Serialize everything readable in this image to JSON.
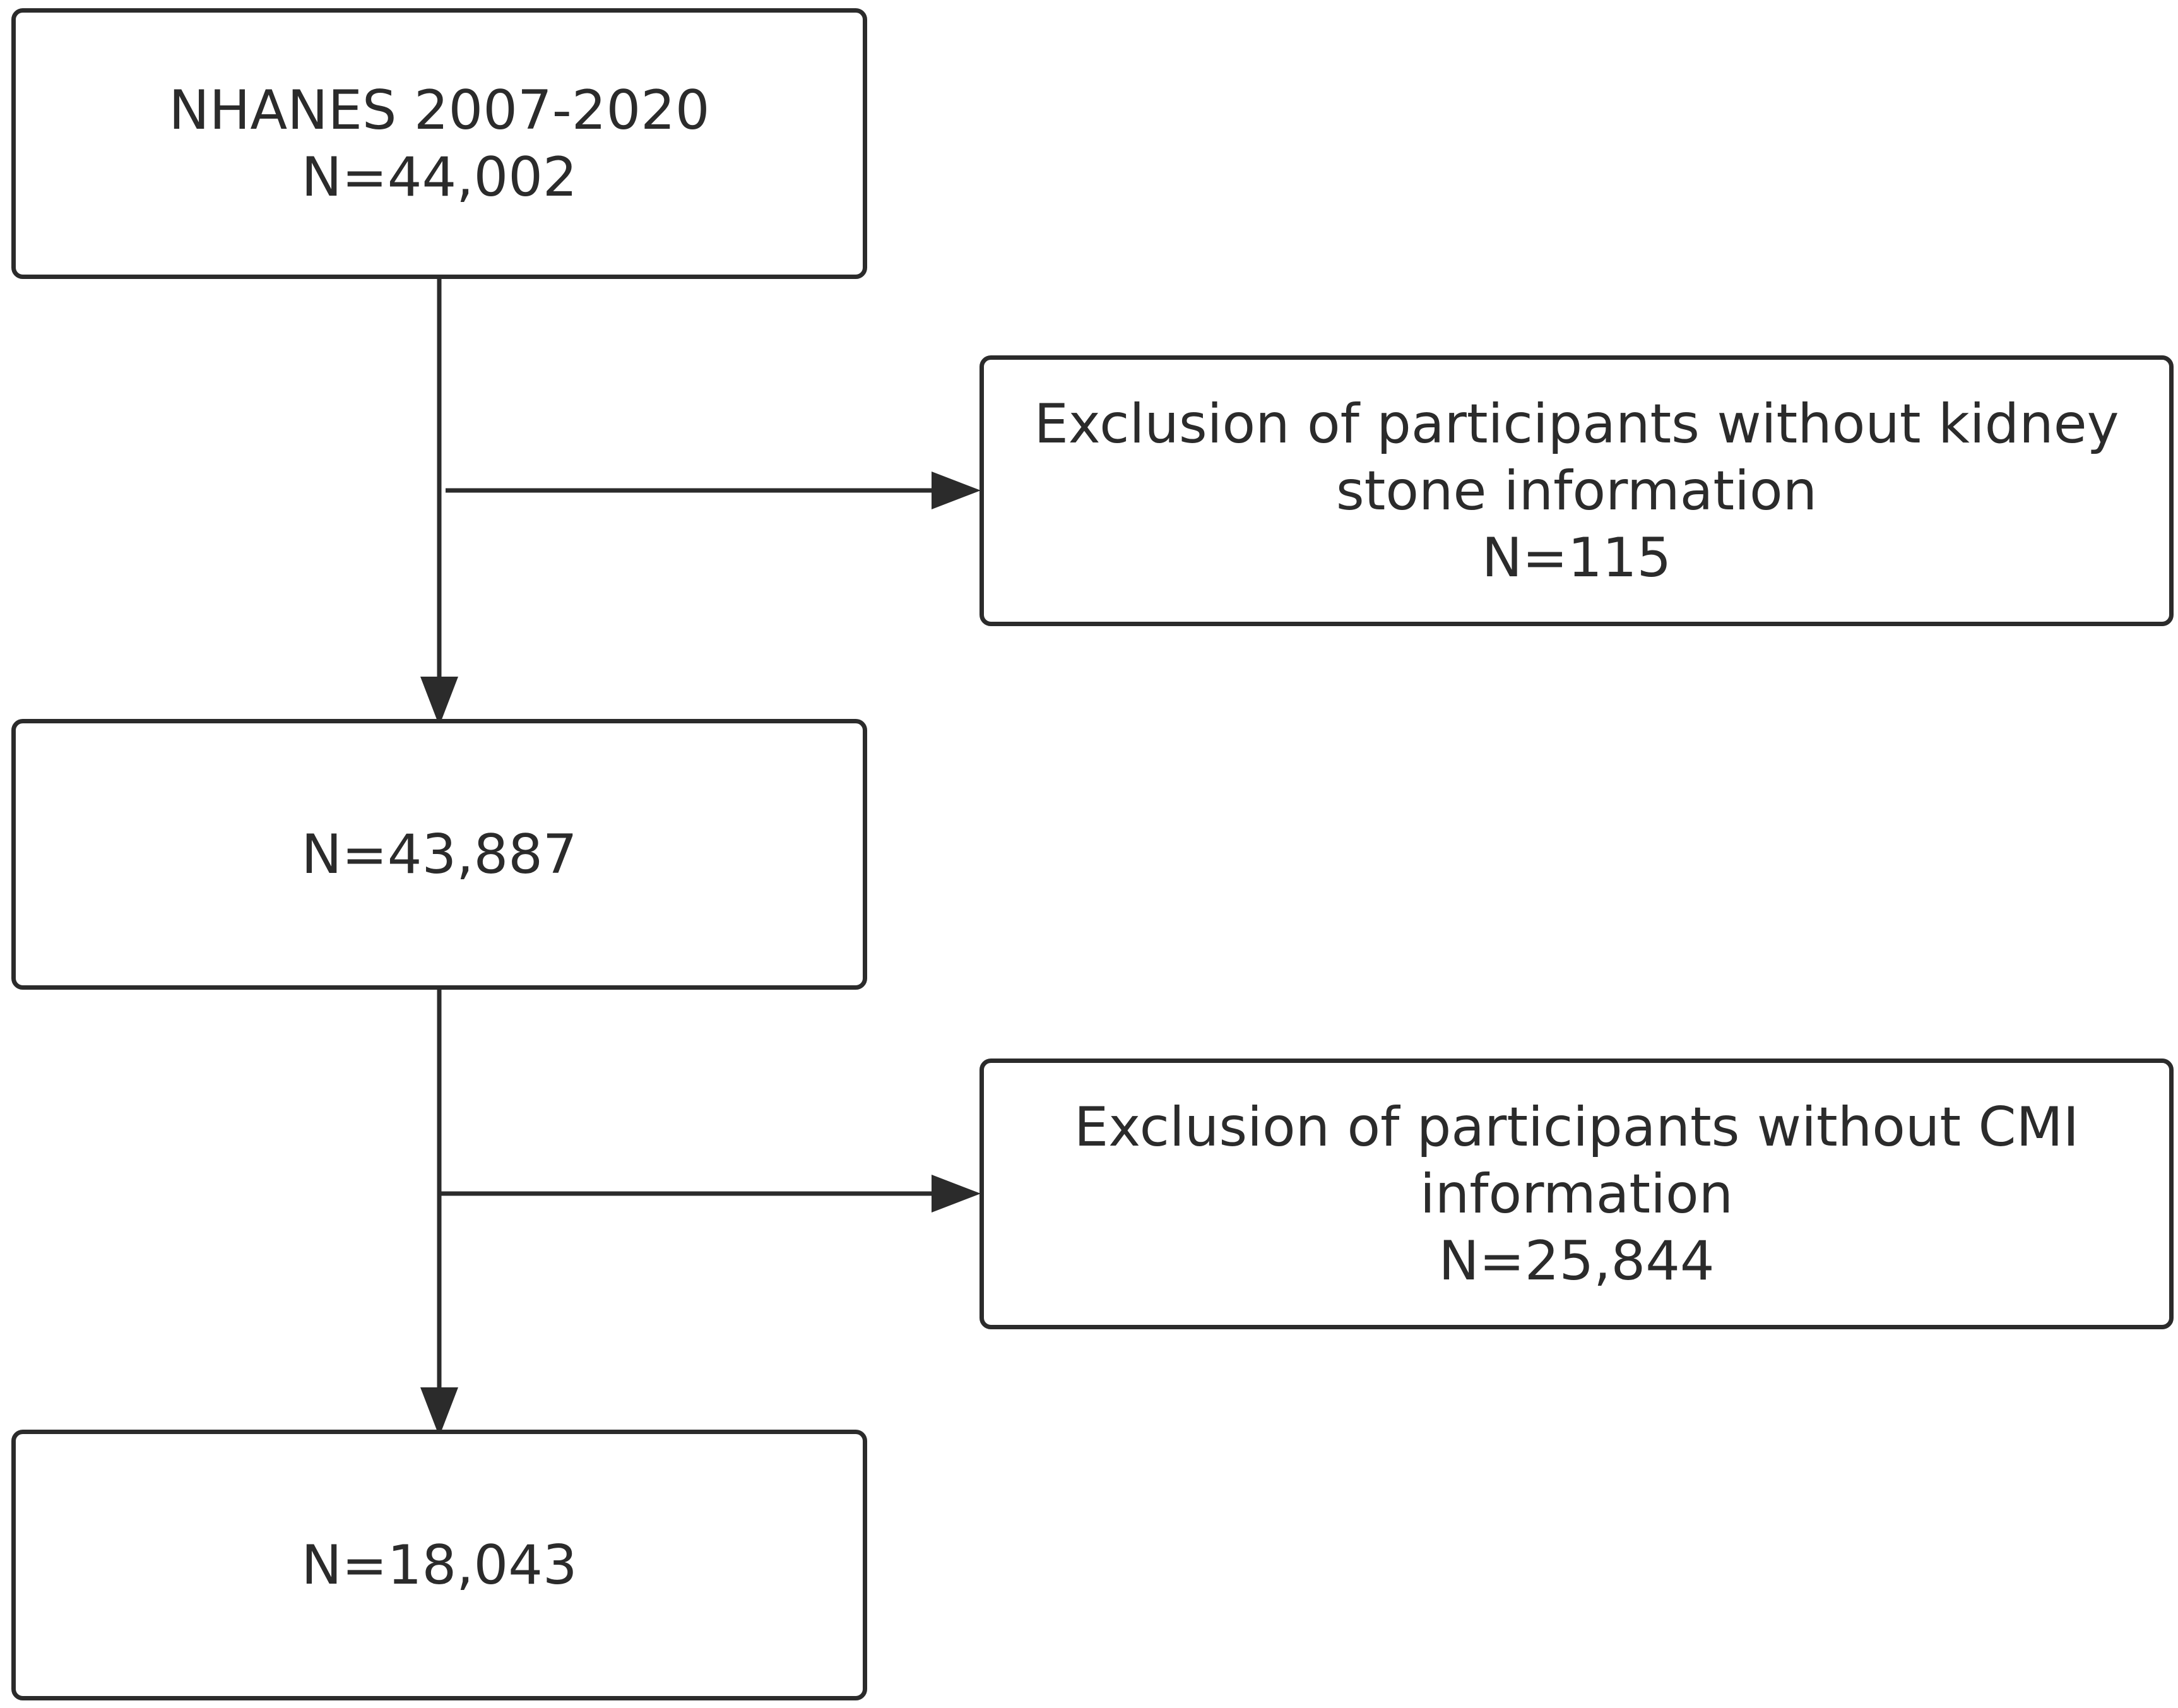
{
  "flowchart": {
    "start": {
      "title": "NHANES 2007-2020",
      "count": "N=44,002"
    },
    "exclusion_1": {
      "line1": "Exclusion of participants without kidney",
      "line2": "stone information",
      "count": "N=115"
    },
    "middle": {
      "count": "N=43,887"
    },
    "exclusion_2": {
      "line1": "Exclusion of participants without CMI",
      "line2": "information",
      "count": "N=25,844"
    },
    "final": {
      "count": "N=18,043"
    }
  },
  "colors": {
    "stroke": "#2b2b2b",
    "background": "#ffffff"
  }
}
